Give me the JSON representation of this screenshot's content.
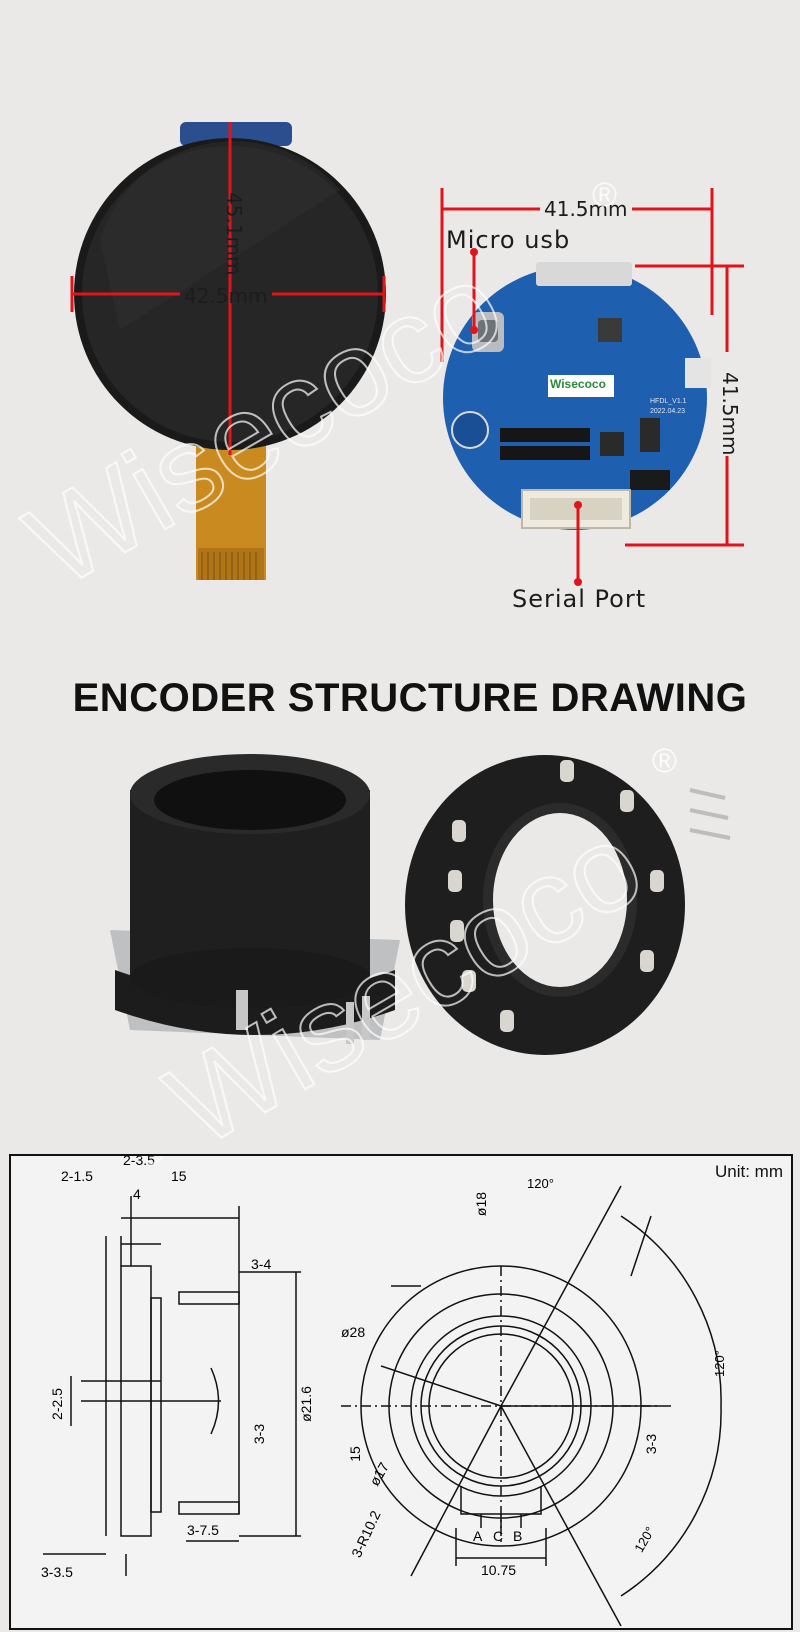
{
  "lcd": {
    "height_label": "45.1mm",
    "width_label": "42.5mm"
  },
  "board": {
    "width_label": "41.5mm",
    "height_label": "41.5mm",
    "micro_usb_label": "Micro usb",
    "serial_port_label": "Serial Port",
    "brand_sticker": "Wisecoco",
    "board_code": "HFDL_V1.1",
    "board_date": "2022.04.23"
  },
  "watermark": {
    "text": "Wisecoco",
    "registered_mark": "®"
  },
  "section_title": "ENCODER STRUCTURE DRAWING",
  "drawing": {
    "unit_label": "Unit: mm",
    "side_view": {
      "dim_2_3_5": "2-3.5",
      "dim_2_1_5": "2-1.5",
      "dim_15_top": "15",
      "dim_4": "4",
      "dim_3_4": "3-4",
      "dim_d21_6": "ø21.6",
      "dim_2_2_5": "2-2.5",
      "dim_3_3": "3-3",
      "dim_3_7_5": "3-7.5",
      "dim_3_3_5": "3-3.5"
    },
    "front_view": {
      "dim_d18": "ø18",
      "dim_120_a": "120°",
      "dim_d28": "ø28",
      "dim_120_b": "120°",
      "dim_15": "15",
      "dim_d17": "ø17",
      "dim_3_3": "3-3",
      "dim_3_r10_2": "3-R10.2",
      "dim_120_c": "120°",
      "pin_a": "A",
      "pin_c": "C",
      "pin_b": "B",
      "dim_10_75": "10.75"
    }
  },
  "colors": {
    "dimension_red": "#e0141b",
    "pcb_blue": "#1f5fb0",
    "fpc_amber": "#c98a20",
    "background": "#ebe9e8"
  }
}
